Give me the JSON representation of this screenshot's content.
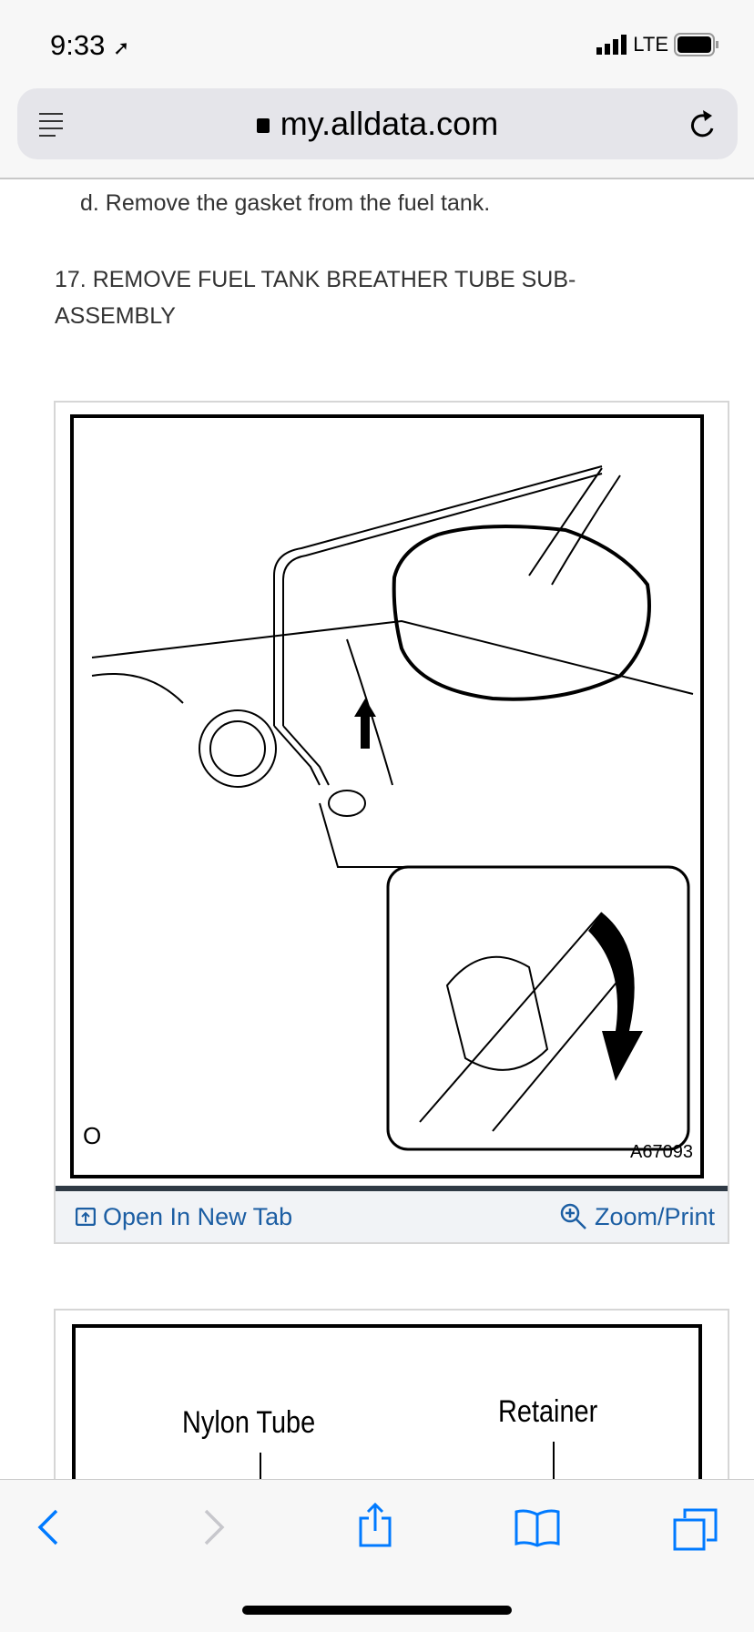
{
  "status_bar": {
    "time": "9:33",
    "network": "LTE"
  },
  "browser": {
    "url": "my.alldata.com"
  },
  "article": {
    "step_text": "d. Remove the gasket from the fuel tank.",
    "heading": "17. REMOVE FUEL TANK BREATHER TUBE SUB-ASSEMBLY",
    "figure1": {
      "corner_label": "O",
      "figure_id": "A67093",
      "open_tab": "Open In New Tab",
      "zoom_print": "Zoom/Print"
    },
    "figure2": {
      "label_left": "Nylon Tube",
      "label_right": "Retainer"
    }
  },
  "toolbar": {
    "items": [
      "back",
      "forward",
      "share",
      "bookmarks",
      "tabs"
    ]
  }
}
